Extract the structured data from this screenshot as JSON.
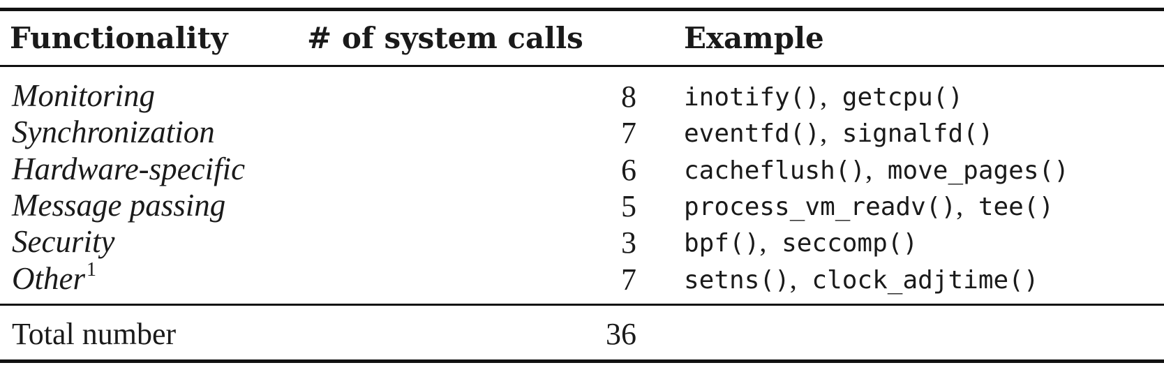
{
  "table": {
    "headers": {
      "functionality": "Functionality",
      "count": "# of system calls",
      "example": "Example"
    },
    "rows": [
      {
        "functionality": "Monitoring",
        "footnote": "",
        "count": "8",
        "examples": [
          "inotify()",
          "getcpu()"
        ],
        "separator": ","
      },
      {
        "functionality": "Synchronization",
        "footnote": "",
        "count": "7",
        "examples": [
          "eventfd()",
          "signalfd()"
        ],
        "separator": ","
      },
      {
        "functionality": "Hardware-specific",
        "footnote": "",
        "count": "6",
        "examples": [
          "cacheflush()",
          "move_pages()"
        ],
        "separator": ","
      },
      {
        "functionality": "Message passing",
        "footnote": "",
        "count": "5",
        "examples": [
          "process_vm_readv()",
          "tee()"
        ],
        "separator": ","
      },
      {
        "functionality": "Security",
        "footnote": "",
        "count": "3",
        "examples": [
          "bpf()",
          "seccomp()"
        ],
        "separator": ","
      },
      {
        "functionality": "Other",
        "footnote": "1",
        "count": "7",
        "examples": [
          "setns()",
          "clock_adjtime()"
        ],
        "separator": ","
      }
    ],
    "total": {
      "label": "Total number",
      "count": "36"
    }
  }
}
